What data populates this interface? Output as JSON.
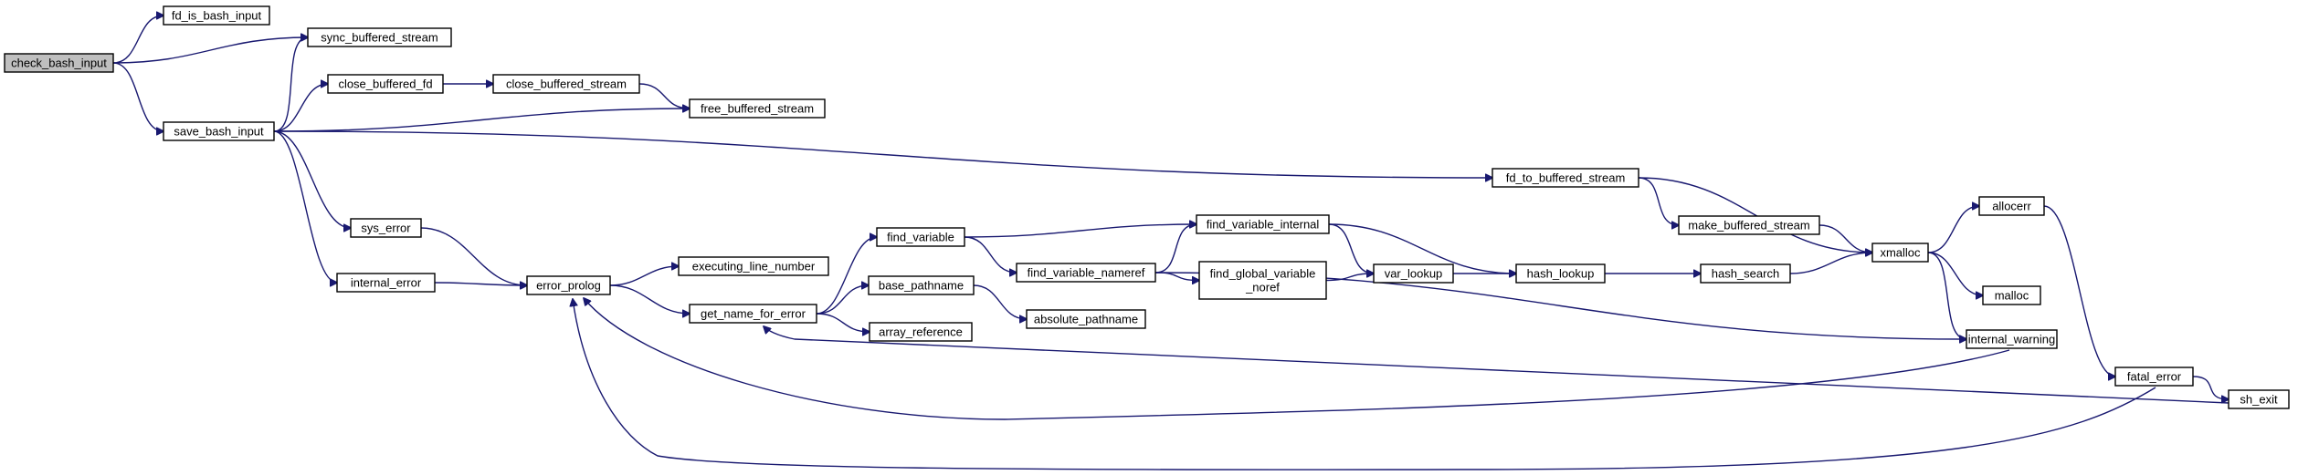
{
  "graph": {
    "colors": {
      "edge": "#191970",
      "root_fill": "#bfbfbf",
      "node_fill": "#ffffff",
      "node_border": "#000000"
    },
    "nodes": [
      {
        "id": "check_bash_input",
        "lines": [
          "check_bash_input"
        ],
        "root": true
      },
      {
        "id": "fd_is_bash_input",
        "lines": [
          "fd_is_bash_input"
        ]
      },
      {
        "id": "sync_buffered_stream",
        "lines": [
          "sync_buffered_stream"
        ]
      },
      {
        "id": "save_bash_input",
        "lines": [
          "save_bash_input"
        ]
      },
      {
        "id": "close_buffered_fd",
        "lines": [
          "close_buffered_fd"
        ]
      },
      {
        "id": "close_buffered_stream",
        "lines": [
          "close_buffered_stream"
        ]
      },
      {
        "id": "free_buffered_stream",
        "lines": [
          "free_buffered_stream"
        ]
      },
      {
        "id": "fd_to_buffered_stream",
        "lines": [
          "fd_to_buffered_stream"
        ]
      },
      {
        "id": "make_buffered_stream",
        "lines": [
          "make_buffered_stream"
        ]
      },
      {
        "id": "sys_error",
        "lines": [
          "sys_error"
        ]
      },
      {
        "id": "internal_error",
        "lines": [
          "internal_error"
        ]
      },
      {
        "id": "error_prolog",
        "lines": [
          "error_prolog"
        ]
      },
      {
        "id": "executing_line_number",
        "lines": [
          "executing_line_number"
        ]
      },
      {
        "id": "get_name_for_error",
        "lines": [
          "get_name_for_error"
        ]
      },
      {
        "id": "find_variable",
        "lines": [
          "find_variable"
        ]
      },
      {
        "id": "base_pathname",
        "lines": [
          "base_pathname"
        ]
      },
      {
        "id": "array_reference",
        "lines": [
          "array_reference"
        ]
      },
      {
        "id": "find_variable_nameref",
        "lines": [
          "find_variable_nameref"
        ]
      },
      {
        "id": "absolute_pathname",
        "lines": [
          "absolute_pathname"
        ]
      },
      {
        "id": "find_variable_internal",
        "lines": [
          "find_variable_internal"
        ]
      },
      {
        "id": "find_global_variable_noref",
        "lines": [
          "find_global_variable",
          "_noref"
        ]
      },
      {
        "id": "var_lookup",
        "lines": [
          "var_lookup"
        ]
      },
      {
        "id": "hash_lookup",
        "lines": [
          "hash_lookup"
        ]
      },
      {
        "id": "hash_search",
        "lines": [
          "hash_search"
        ]
      },
      {
        "id": "xmalloc",
        "lines": [
          "xmalloc"
        ]
      },
      {
        "id": "allocerr",
        "lines": [
          "allocerr"
        ]
      },
      {
        "id": "malloc",
        "lines": [
          "malloc"
        ]
      },
      {
        "id": "internal_warning",
        "lines": [
          "internal_warning"
        ]
      },
      {
        "id": "fatal_error",
        "lines": [
          "fatal_error"
        ]
      },
      {
        "id": "sh_exit",
        "lines": [
          "sh_exit"
        ]
      }
    ],
    "edges": [
      {
        "from": "check_bash_input",
        "to": "fd_is_bash_input"
      },
      {
        "from": "check_bash_input",
        "to": "sync_buffered_stream"
      },
      {
        "from": "check_bash_input",
        "to": "save_bash_input"
      },
      {
        "from": "save_bash_input",
        "to": "sync_buffered_stream"
      },
      {
        "from": "save_bash_input",
        "to": "close_buffered_fd"
      },
      {
        "from": "save_bash_input",
        "to": "free_buffered_stream"
      },
      {
        "from": "save_bash_input",
        "to": "fd_to_buffered_stream"
      },
      {
        "from": "save_bash_input",
        "to": "sys_error"
      },
      {
        "from": "save_bash_input",
        "to": "internal_error"
      },
      {
        "from": "close_buffered_fd",
        "to": "close_buffered_stream"
      },
      {
        "from": "close_buffered_stream",
        "to": "free_buffered_stream"
      },
      {
        "from": "fd_to_buffered_stream",
        "to": "make_buffered_stream"
      },
      {
        "from": "fd_to_buffered_stream",
        "to": "xmalloc"
      },
      {
        "from": "make_buffered_stream",
        "to": "xmalloc"
      },
      {
        "from": "sys_error",
        "to": "error_prolog"
      },
      {
        "from": "internal_error",
        "to": "error_prolog"
      },
      {
        "from": "error_prolog",
        "to": "executing_line_number"
      },
      {
        "from": "error_prolog",
        "to": "get_name_for_error"
      },
      {
        "from": "get_name_for_error",
        "to": "find_variable"
      },
      {
        "from": "get_name_for_error",
        "to": "base_pathname"
      },
      {
        "from": "get_name_for_error",
        "to": "array_reference"
      },
      {
        "from": "find_variable",
        "to": "find_variable_internal"
      },
      {
        "from": "find_variable",
        "to": "find_variable_nameref"
      },
      {
        "from": "base_pathname",
        "to": "absolute_pathname"
      },
      {
        "from": "find_variable_nameref",
        "to": "find_variable_internal"
      },
      {
        "from": "find_variable_nameref",
        "to": "find_global_variable_noref"
      },
      {
        "from": "find_variable_nameref",
        "to": "internal_warning"
      },
      {
        "from": "find_variable_internal",
        "to": "var_lookup"
      },
      {
        "from": "find_variable_internal",
        "to": "hash_lookup"
      },
      {
        "from": "find_global_variable_noref",
        "to": "var_lookup"
      },
      {
        "from": "var_lookup",
        "to": "hash_lookup"
      },
      {
        "from": "hash_lookup",
        "to": "hash_search"
      },
      {
        "from": "hash_search",
        "to": "xmalloc"
      },
      {
        "from": "xmalloc",
        "to": "allocerr"
      },
      {
        "from": "xmalloc",
        "to": "malloc"
      },
      {
        "from": "xmalloc",
        "to": "internal_warning"
      },
      {
        "from": "allocerr",
        "to": "fatal_error"
      },
      {
        "from": "fatal_error",
        "to": "sh_exit"
      },
      {
        "from": "fatal_error",
        "to": "error_prolog"
      },
      {
        "from": "internal_warning",
        "to": "error_prolog"
      },
      {
        "from": "sh_exit",
        "to": "get_name_for_error"
      }
    ]
  }
}
